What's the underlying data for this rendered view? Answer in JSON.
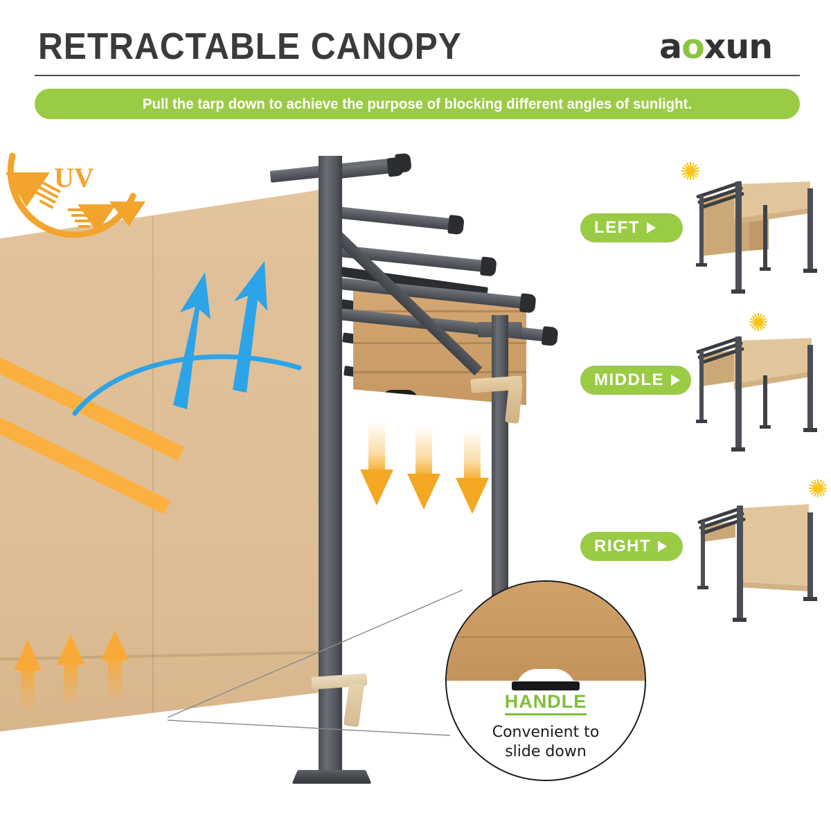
{
  "header": {
    "title": "RETRACTABLE CANOPY",
    "subtitle": "Pull the tarp down to achieve the purpose of blocking different angles of sunlight.",
    "logo": {
      "prefix": "a",
      "accent": "o",
      "suffix": "xun",
      "full_text": "aoxun"
    }
  },
  "main": {
    "uv_label": "UV"
  },
  "callout": {
    "title": "HANDLE",
    "subtitle_line1": "Convenient to",
    "subtitle_line2": "slide down"
  },
  "panels": [
    {
      "label": "LEFT",
      "arrow": "play-arrow",
      "sun": "sun-icon"
    },
    {
      "label": "MIDDLE",
      "arrow": "play-arrow",
      "sun": "sun-icon"
    },
    {
      "label": "RIGHT",
      "arrow": "play-arrow",
      "sun": "sun-icon"
    }
  ],
  "colors": {
    "brand_green": "#9ACB45",
    "title_gray": "#3B3B3B",
    "canopy_beige": "#DFC093",
    "frame_gray": "#4B4E54",
    "sun_orange": "#F5A823",
    "uv_orange": "#F2A42C",
    "deflect_blue": "#2DA3E8",
    "handle_green": "#7FBE3A",
    "sun_yellow": "#F5C518"
  }
}
